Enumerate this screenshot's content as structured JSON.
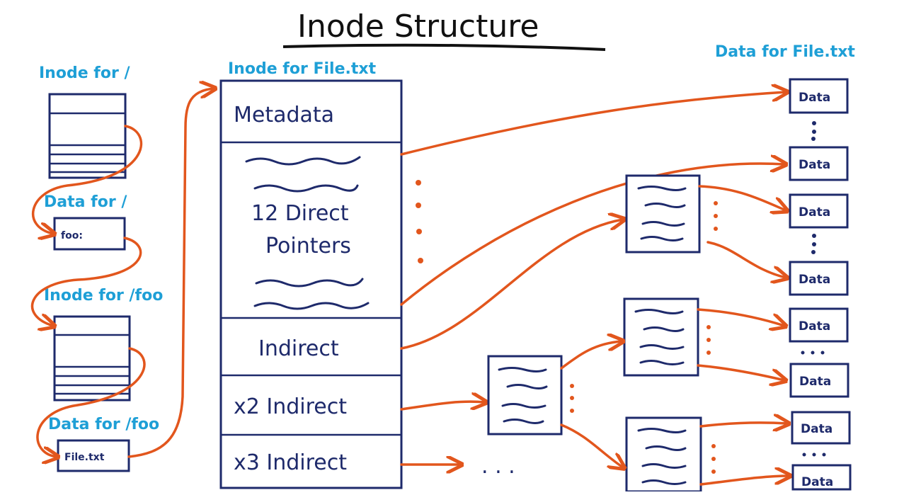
{
  "title": "Inode Structure",
  "labels": {
    "inode_root": "Inode for /",
    "data_root": "Data for /",
    "inode_foo": "Inode for /foo",
    "data_foo": "Data for /foo",
    "inode_file": "Inode for File.txt",
    "data_file": "Data for File.txt"
  },
  "entries": {
    "root_entry": "foo:",
    "foo_entry": "File.txt"
  },
  "inode_sections": {
    "metadata": "Metadata",
    "direct_line1": "12 Direct",
    "direct_line2": "Pointers",
    "indirect": "Indirect",
    "double_indirect": "x2 Indirect",
    "triple_indirect": "x3 Indirect"
  },
  "data_block_label": "Data",
  "ellipsis": ". . .",
  "colors": {
    "ink": "#1e2a6b",
    "label": "#1e9fd6",
    "arrow": "#e2561d"
  }
}
